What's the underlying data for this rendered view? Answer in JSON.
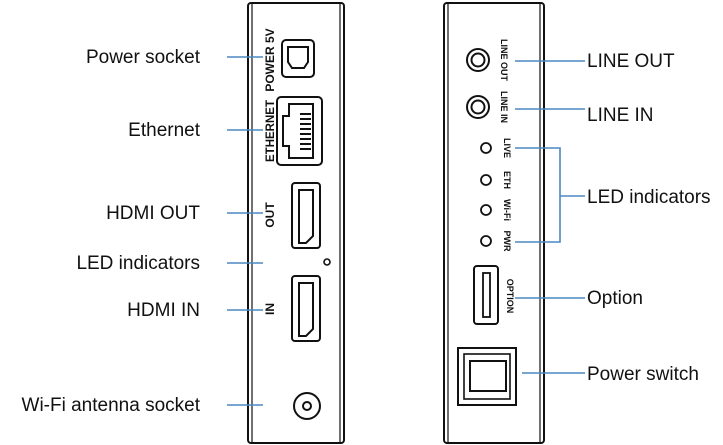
{
  "left_panel": {
    "port_labels": {
      "power": "POWER 5V",
      "ethernet": "ETHERNET",
      "hdmi_out": "OUT",
      "hdmi_in": "IN"
    },
    "callouts": {
      "power_socket": "Power socket",
      "ethernet": "Ethernet",
      "hdmi_out": "HDMI OUT",
      "led_indicators": "LED indicators",
      "hdmi_in": "HDMI IN",
      "wifi_antenna": "Wi-Fi antenna socket"
    }
  },
  "right_panel": {
    "port_labels": {
      "line_out": "LINE OUT",
      "line_in": "LINE IN",
      "led_live": "LIVE",
      "led_eth": "ETH",
      "led_wifi": "Wi-Fi",
      "led_pwr": "PWR",
      "option": "OPTION"
    },
    "callouts": {
      "line_out": "LINE OUT",
      "line_in": "LINE IN",
      "led_indicators": "LED indicators",
      "option": "Option",
      "power_switch": "Power switch"
    }
  },
  "colors": {
    "leader": "#4a88c2",
    "outline": "#111111"
  }
}
